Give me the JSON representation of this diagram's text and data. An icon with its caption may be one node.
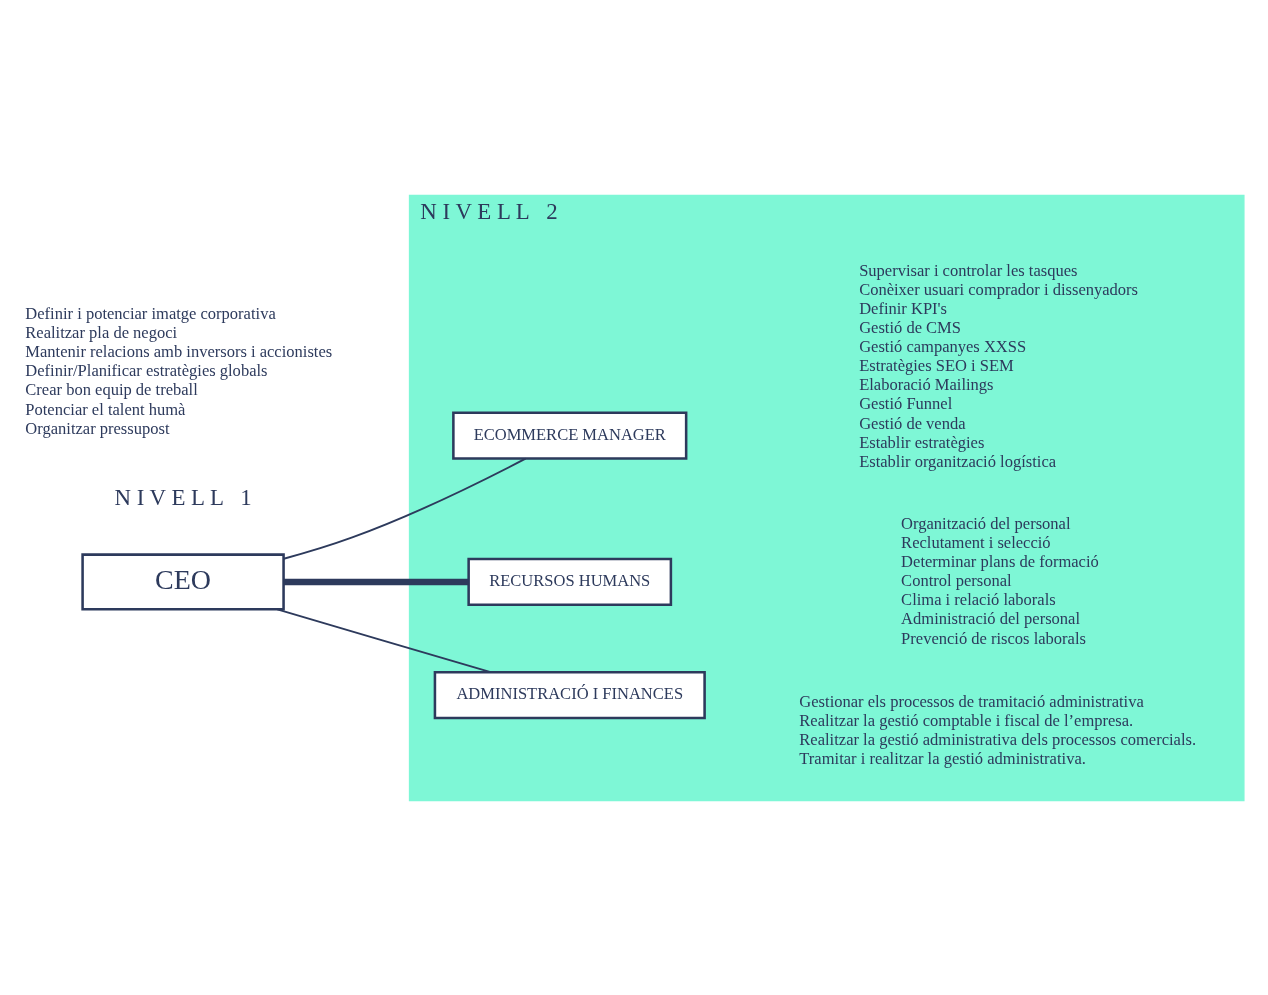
{
  "diagram": {
    "nodes": [
      {
        "text": [
          "CEO"
        ],
        "beside": [
          "Definir i potenciar imatge corporativa",
          "Realitzar pla de negoci",
          "Mantenir relacions amb inversors i accionistes",
          "Definir/Planificar estratègies globals",
          "Crear bon equip de treball",
          "Potenciar el talent humà",
          "Organitzar pressupost"
        ]
      },
      {
        "text": [
          "N I V E L L   2"
        ]
      },
      {
        "text": [
          "ECOMMERCE MANAGER"
        ],
        "in": 1,
        "beside": [
          "Supervisar i controlar les tasques",
          "Conèixer usuari comprador i dissenyadors",
          "Definir KPI's",
          "Gestió de CMS",
          "Gestió campanyes XXSS",
          "Estratègies SEO i SEM",
          "Elaboració Mailings",
          "Gestió Funnel",
          "Gestió de venda",
          "Establir estratègies",
          "Establir organització logística"
        ]
      },
      {
        "text": [
          "RECURSOS HUMANS"
        ],
        "in": 1,
        "beside": [
          "Organització del personal",
          "Reclutament i selecció",
          "Determinar plans de formació",
          "Control personal",
          "Clima i relació laborals",
          "Administració del personal",
          "Prevenció de riscos laborals"
        ]
      },
      {
        "text": [
          "ADMINISTRACIÓ I FINANCES"
        ],
        "in": 1,
        "beside": [
          "Gestionar els processos de tramitació administrativa",
          "Realitzar la gestió comptable i fiscal de l’empresa.",
          "Realitzar la gestió administrativa dels processos comercials.",
          "Tramitar i realitzar la gestió administrativa."
        ]
      }
    ],
    "edges": [
      {
        "from": 0,
        "to": 2,
        "arrow": "none"
      },
      {
        "from": 0,
        "to": 3,
        "arrow": "none",
        "style": "thick"
      },
      {
        "from": 0,
        "to": 4,
        "arrow": "none"
      }
    ],
    "labels": [
      "N I V E L L   1"
    ]
  }
}
